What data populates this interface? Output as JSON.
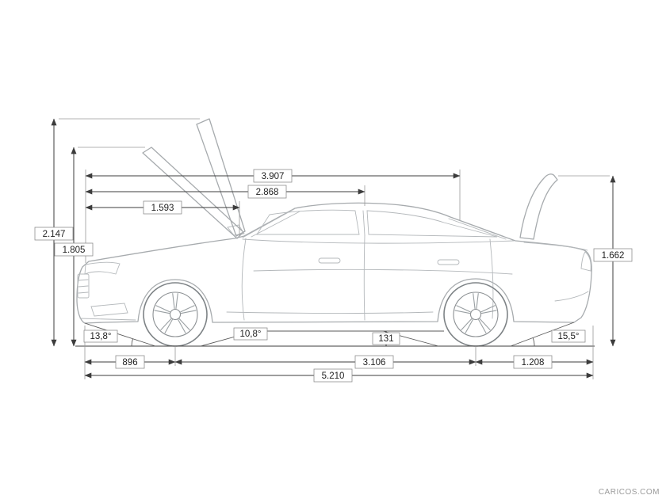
{
  "dimensions": {
    "upper_lengths": [
      "3.907",
      "2.868",
      "1.593"
    ],
    "heights": [
      "2.147",
      "1.805",
      "1.662"
    ],
    "front_overhang": "896",
    "wheelbase": "3.106",
    "rear_overhang": "1.208",
    "overall_length": "5.210",
    "ground_clearance": "131",
    "approach_angle": "13,8°",
    "breakover_angle": "10,8°",
    "departure_angle": "15,5°"
  },
  "watermark": "CARICOS.COM",
  "colors": {
    "background": "#ffffff",
    "car_line": "#a7abae",
    "dimension_line": "#3c3c3c",
    "label_border": "#8e8e8e",
    "label_text": "#1e1e1e",
    "watermark_text": "#9b9b9b"
  }
}
